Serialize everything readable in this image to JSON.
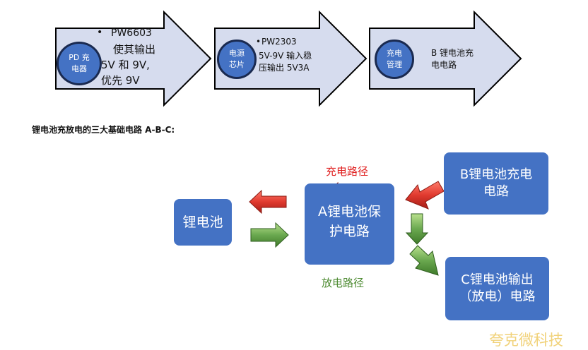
{
  "colors": {
    "chevron_fill": "#d6dcee",
    "chevron_stroke": "#000000",
    "circle_fill": "#4472c4",
    "box_fill": "#4472c4",
    "red_arrow": "#e03a2f",
    "green_arrow": "#6aa84f",
    "charge_label": "#e02020",
    "discharge_label": "#4c8a30",
    "watermark": "#f1d27a"
  },
  "top_flow": {
    "stage1": {
      "circle_label": "PD 充\n电器",
      "bullet": "•",
      "chip": "PW6603",
      "desc_lines": [
        "使其输出",
        "5V 和 9V,",
        "优先 9V"
      ]
    },
    "stage2": {
      "circle_label": "电源\n芯片",
      "bullet": "•",
      "chip": "PW2303",
      "desc_lines": [
        "5V-9V 输入稳",
        "压输出 5V3A"
      ]
    },
    "stage3": {
      "circle_label": "充电\n管理",
      "desc_lines": [
        "B 锂电池充",
        "电电路"
      ]
    }
  },
  "heading": "锂电池充放电的三大基础电路 A-B-C:",
  "diagram": {
    "battery": "锂电池",
    "circuit_a": "A锂电池保\n护电路",
    "circuit_b": "B锂电池充电\n电路",
    "circuit_c": "C锂电池输出\n（放电）电路",
    "charge_path": "充电路径",
    "discharge_path": "放电路径"
  },
  "watermark": "夸克微科技"
}
